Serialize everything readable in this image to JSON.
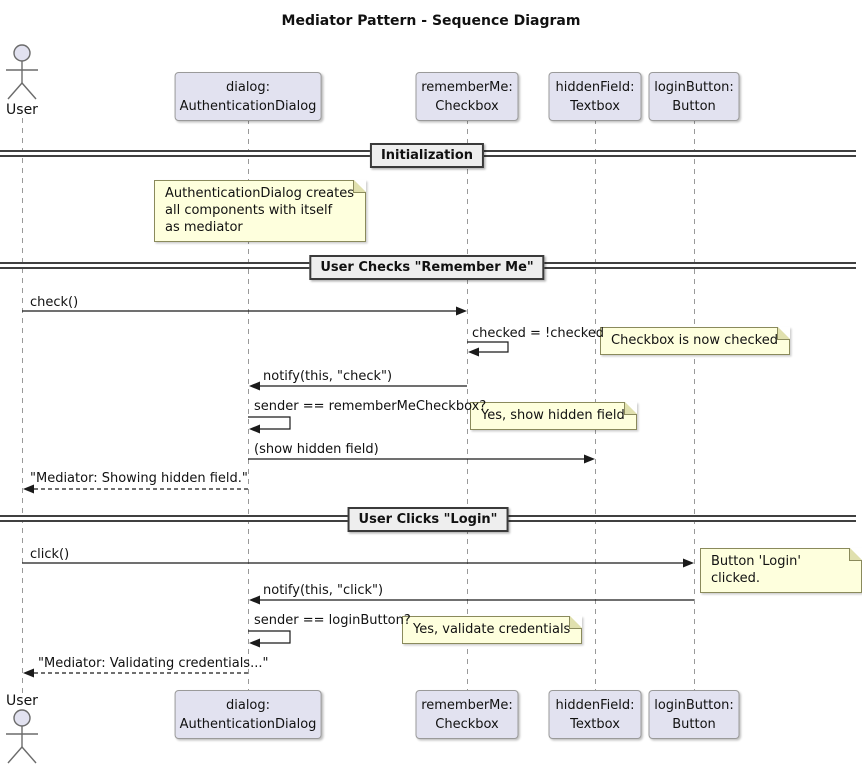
{
  "title": "Mediator Pattern - Sequence Diagram",
  "actor": {
    "top_label": "User",
    "bottom_label": "User"
  },
  "participants": [
    {
      "name": "dialog",
      "line1": "dialog:",
      "line2": "AuthenticationDialog"
    },
    {
      "name": "rememberMe",
      "line1": "rememberMe:",
      "line2": "Checkbox"
    },
    {
      "name": "hiddenField",
      "line1": "hiddenField:",
      "line2": "Textbox"
    },
    {
      "name": "loginButton",
      "line1": "loginButton:",
      "line2": "Button"
    }
  ],
  "dividers": [
    {
      "label": "Initialization"
    },
    {
      "label": "User Checks \"Remember Me\""
    },
    {
      "label": "User Clicks \"Login\""
    }
  ],
  "messages": {
    "check": "check()",
    "toggle_checked": "checked = !checked",
    "notify_check": "notify(this, \"check\")",
    "sender_checkbox": "sender == rememberMeCheckbox?",
    "show_hidden_field": "(show hidden field)",
    "mediator_showing": "\"Mediator: Showing hidden field.\"",
    "click": "click()",
    "notify_click": "notify(this, \"click\")",
    "sender_login": "sender == loginButton?",
    "mediator_validating": "\"Mediator: Validating credentials...\""
  },
  "notes": {
    "init": "AuthenticationDialog creates\nall components with itself\nas mediator",
    "checkbox_checked": "Checkbox is now checked",
    "show_field": "Yes, show hidden field",
    "login_clicked": "Button 'Login' clicked.",
    "validate": "Yes, validate credentials"
  },
  "colors": {
    "participant_fill": "#E2E2F0",
    "participant_border": "#9A9A9A",
    "note_fill": "#FEFFDD",
    "note_border": "#8A8A5C",
    "divider_fill": "#EEEEEE",
    "lifeline": "#999999",
    "arrow": "#1A1A1A"
  }
}
